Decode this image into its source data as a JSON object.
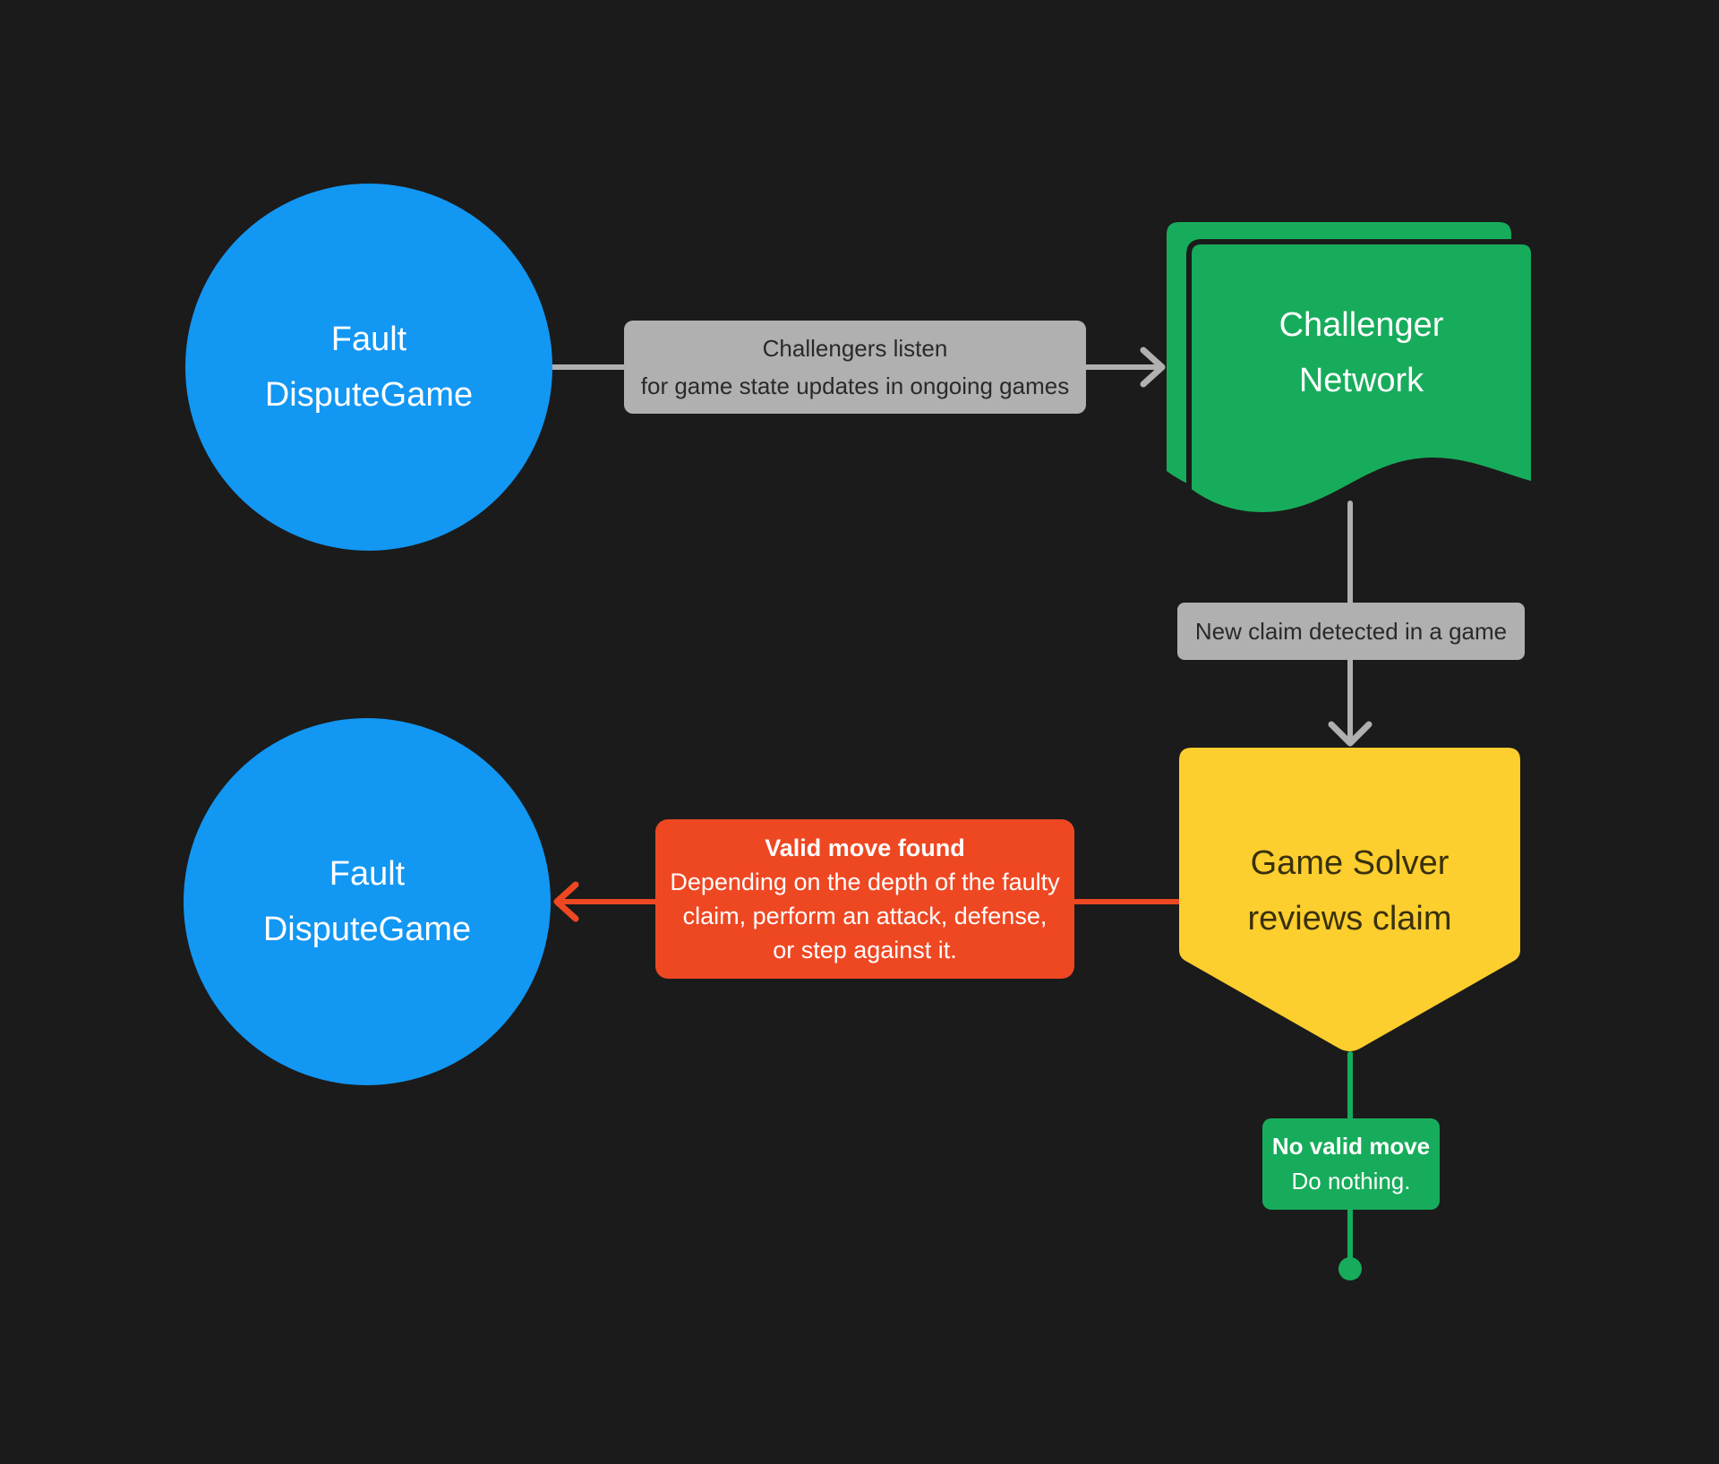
{
  "canvas": {
    "background": "#1b1b1b"
  },
  "palette": {
    "blue": "#1297f3",
    "green": "#17ac5b",
    "yellow": "#fcce2e",
    "red": "#ee4823",
    "grey": "#b0b0b0",
    "text_on_yellow": "#39300c",
    "text_on_grey": "#2a2a2a",
    "text_on_color": "#ffffff"
  },
  "nodes": {
    "fault_dispute_game_top": {
      "line1": "Fault",
      "line2": "DisputeGame",
      "shape": "circle",
      "color": "#1297f3"
    },
    "challenger_network": {
      "line1": "Challenger",
      "line2": "Network",
      "shape": "document-stack",
      "color": "#17ac5b"
    },
    "game_solver": {
      "line1": "Game Solver",
      "line2": "reviews claim",
      "shape": "pentagon-down",
      "color": "#fcce2e"
    },
    "fault_dispute_game_bottom": {
      "line1": "Fault",
      "line2": "DisputeGame",
      "shape": "circle",
      "color": "#1297f3"
    }
  },
  "edges": {
    "challengers_listen": {
      "line1": "Challengers listen",
      "line2": "for game state updates in ongoing games",
      "color": "#b0b0b0",
      "direction": "right"
    },
    "new_claim": {
      "text": "New claim detected in a game",
      "color": "#b0b0b0",
      "direction": "down"
    },
    "valid_move": {
      "title": "Valid move found",
      "body_lines": [
        "Depending on the depth of the faulty",
        "claim, perform an attack, defense,",
        "or step against it."
      ],
      "color": "#ee4823",
      "direction": "left"
    },
    "no_valid_move": {
      "title": "No valid move",
      "body": "Do nothing.",
      "color": "#17ac5b",
      "direction": "down-end"
    }
  }
}
